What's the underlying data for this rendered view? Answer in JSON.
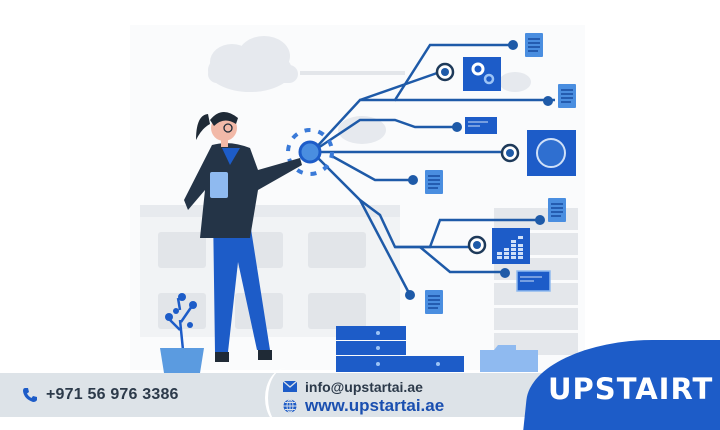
{
  "illustration": {
    "description": "Woman touching a glowing node connected to a network of documents, settings, charts and servers",
    "colors": {
      "primary_blue": "#1d5cc8",
      "light_blue": "#5b9be0",
      "navy": "#2a3a50",
      "grey_bg": "#e8ebee"
    }
  },
  "footer": {
    "phone": {
      "icon": "phone-icon",
      "text": "+971 56 976 3386"
    },
    "email": {
      "icon": "mail-icon",
      "text": "info@upstartai.ae"
    },
    "website": {
      "icon": "globe-icon",
      "text": "www.upstartai.ae"
    }
  },
  "brand": {
    "logo_text": "UPSTAIRT",
    "color": "#1d5cc8"
  }
}
